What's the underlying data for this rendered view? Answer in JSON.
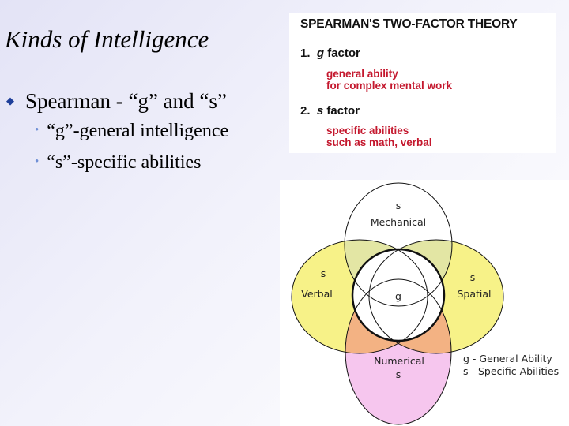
{
  "slide": {
    "title": "Kinds of Intelligence",
    "bullet": "Spearman - “g” and “s”",
    "sub_bullets": [
      "“g”-general intelligence",
      "“s”-specific abilities"
    ]
  },
  "theory": {
    "title": "SPEARMAN'S TWO-FACTOR THEORY",
    "factors": [
      {
        "number": "1.",
        "letter": "g",
        "label": "factor",
        "desc_lines": [
          "general ability",
          "for complex mental work"
        ]
      },
      {
        "number": "2.",
        "letter": "s",
        "label": "factor",
        "desc_lines": [
          "specific abilities",
          "such as math, verbal"
        ]
      }
    ]
  },
  "venn": {
    "top": {
      "s": "s",
      "name": "Mechanical"
    },
    "left": {
      "s": "s",
      "name": "Verbal"
    },
    "right": {
      "s": "s",
      "name": "Spatial"
    },
    "bottom": {
      "name": "Numerical",
      "s": "s"
    },
    "center": "g",
    "legend": [
      "g - General Ability",
      "s - Specific Abilities"
    ],
    "colors": {
      "yellow": "#f7f288",
      "pink": "#f6c6ee",
      "orange": "#f3b283",
      "olive": "#e3e6a4",
      "outline": "#111111"
    }
  }
}
